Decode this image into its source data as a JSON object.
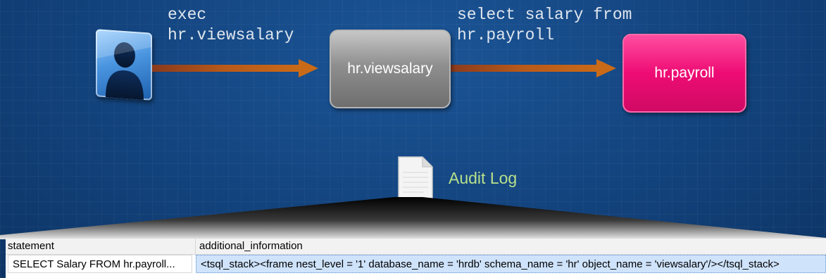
{
  "flow": {
    "exec_line1": "exec",
    "exec_line2": "hr.viewsalary",
    "select_line1": "select salary from",
    "select_line2": "hr.payroll",
    "node_procedure": "hr.viewsalary",
    "node_table": "hr.payroll"
  },
  "audit": {
    "label": "Audit Log"
  },
  "grid": {
    "headers": [
      "statement",
      "additional_information"
    ],
    "rows": [
      {
        "statement": "SELECT Salary FROM hr.payroll...",
        "additional_information": "<tsql_stack><frame nest_level = '1' database_name = 'hrdb' schema_name = 'hr' object_name = 'viewsalary'/></tsql_stack>"
      }
    ]
  },
  "colors": {
    "background": "#12417a",
    "arrow": "#b85a1a",
    "procedure_node": "#8f8f8f",
    "table_node": "#ee0c74",
    "audit_label": "#b7e08a",
    "selected_cell": "#cfe3fb"
  },
  "icons": {
    "user": "user-silhouette-icon",
    "document": "document-icon"
  }
}
